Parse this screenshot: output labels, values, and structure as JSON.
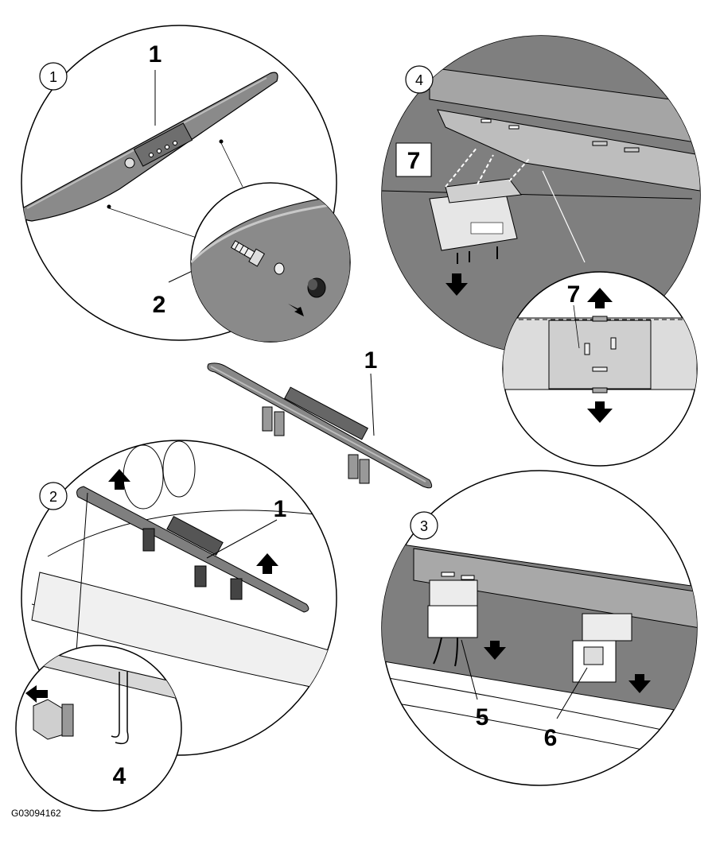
{
  "figure_id": "G03094162",
  "details": {
    "d1": {
      "number": "1",
      "callouts": {
        "sill_strip": "1",
        "screw": "2"
      }
    },
    "d2": {
      "number": "2",
      "callouts": {
        "strip": "1",
        "clip": "4"
      }
    },
    "d3": {
      "number": "3",
      "callouts": {
        "left_connector": "5",
        "right_connector": "6"
      }
    },
    "d4": {
      "number": "4",
      "callouts": {
        "module": "7",
        "module_zoom": "7"
      }
    }
  },
  "center": {
    "part_label": "1"
  },
  "colors": {
    "line": "#000000",
    "panel_dark": "#7a7a7a",
    "panel_mid": "#a8a8a8",
    "panel_light": "#d9d9d9"
  }
}
